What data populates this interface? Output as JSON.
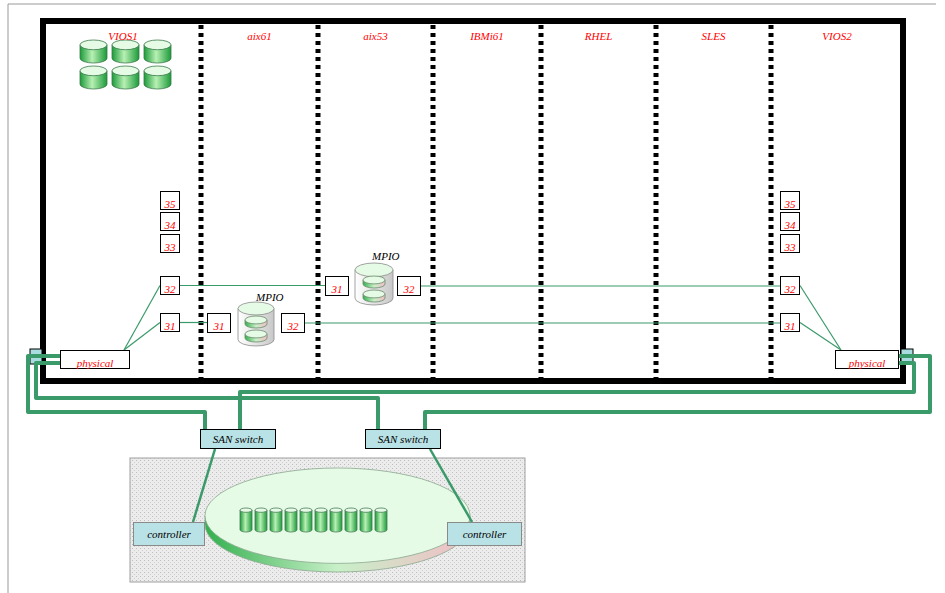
{
  "diagram": {
    "nodes": [
      {
        "text": [
          "VIOS1"
        ]
      },
      {
        "text": [
          "35"
        ],
        "in": 0
      },
      {
        "text": [
          "34"
        ],
        "in": 0
      },
      {
        "text": [
          "33"
        ],
        "in": 0
      },
      {
        "text": [
          "32"
        ],
        "in": 0
      },
      {
        "text": [
          "31"
        ],
        "in": 0
      },
      {
        "text": [
          "physical"
        ],
        "in": 0
      },
      {
        "text": [
          "aix61"
        ]
      },
      {
        "text": [
          "31"
        ],
        "in": 7
      },
      {
        "text": [
          "32"
        ],
        "in": 7
      },
      {
        "text": [
          "aix53"
        ]
      },
      {
        "text": [
          "31"
        ],
        "in": 10
      },
      {
        "text": [
          "32"
        ],
        "in": 10
      },
      {
        "text": [
          "IBMi61"
        ]
      },
      {
        "text": [
          "RHEL"
        ]
      },
      {
        "text": [
          "SLES"
        ]
      },
      {
        "text": [
          "VIOS2"
        ]
      },
      {
        "text": [
          "35"
        ],
        "in": 16
      },
      {
        "text": [
          "34"
        ],
        "in": 16
      },
      {
        "text": [
          "33"
        ],
        "in": 16
      },
      {
        "text": [
          "32"
        ],
        "in": 16
      },
      {
        "text": [
          "31"
        ],
        "in": 16
      },
      {
        "text": [
          "physical"
        ],
        "in": 16
      },
      {
        "text": [
          "SAN switch"
        ]
      },
      {
        "text": [
          "SAN switch"
        ]
      },
      {
        "text": [
          "controller"
        ]
      },
      {
        "text": [
          "controller"
        ]
      }
    ],
    "edges": [
      {
        "from": 4,
        "to": 11,
        "arrow": "none"
      },
      {
        "from": 5,
        "to": 8,
        "arrow": "none"
      },
      {
        "from": 9,
        "to": 21,
        "arrow": "none"
      },
      {
        "from": 12,
        "to": 20,
        "arrow": "none"
      },
      {
        "from": 6,
        "to": 4,
        "arrow": "none"
      },
      {
        "from": 6,
        "to": 5,
        "arrow": "none"
      },
      {
        "from": 22,
        "to": 20,
        "arrow": "none"
      },
      {
        "from": 22,
        "to": 21,
        "arrow": "none"
      },
      {
        "from": 6,
        "to": 23,
        "arrow": "none"
      },
      {
        "from": 6,
        "to": 24,
        "arrow": "none"
      },
      {
        "from": 22,
        "to": 23,
        "arrow": "none"
      },
      {
        "from": 22,
        "to": 24,
        "arrow": "none"
      },
      {
        "from": 23,
        "to": 25,
        "arrow": "none"
      },
      {
        "from": 24,
        "to": 26,
        "arrow": "none"
      }
    ],
    "labels": [
      "MPIO",
      "MPIO"
    ]
  }
}
